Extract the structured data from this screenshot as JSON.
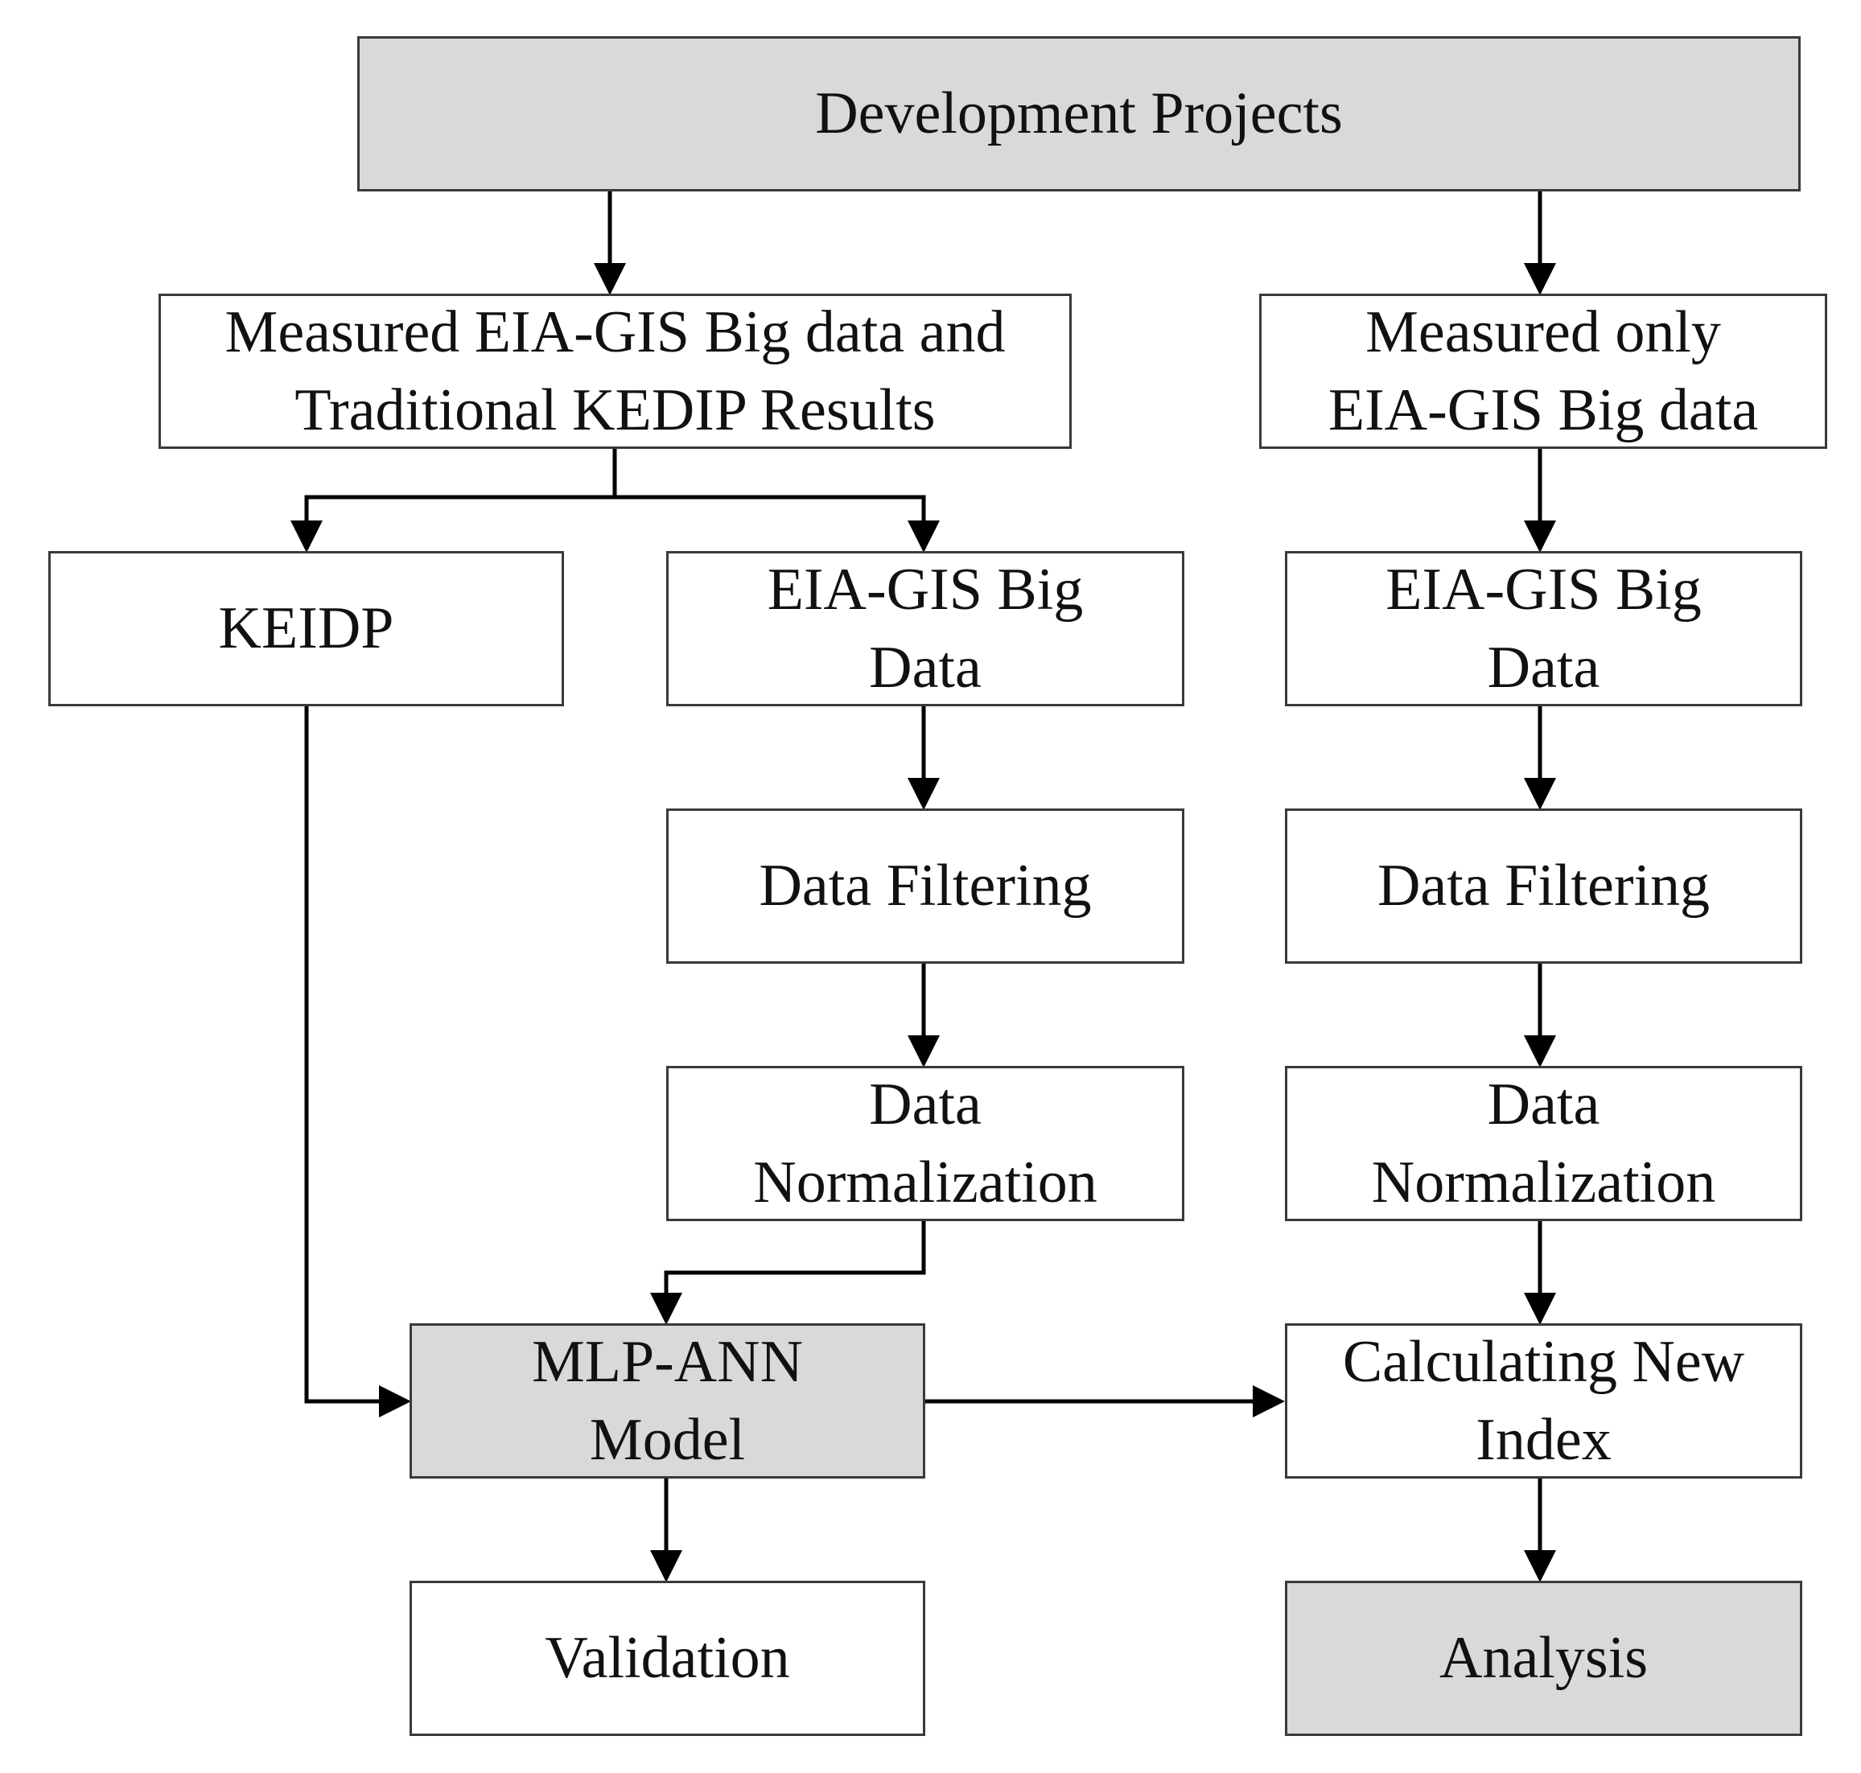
{
  "nodes": {
    "development_projects": {
      "label": "Development Projects",
      "shaded": true
    },
    "measured_eia_gis_kedip": {
      "label": "Measured EIA-GIS  Big data and\nTraditional KEDIP Results",
      "shaded": false
    },
    "measured_only_eia_gis": {
      "label": "Measured only\nEIA-GIS  Big data",
      "shaded": false
    },
    "keidp": {
      "label": "KEIDP",
      "shaded": false
    },
    "eia_gis_big_data_left": {
      "label": "EIA-GIS  Big\nData",
      "shaded": false
    },
    "eia_gis_big_data_right": {
      "label": "EIA-GIS  Big\nData",
      "shaded": false
    },
    "data_filtering_left": {
      "label": "Data Filtering",
      "shaded": false
    },
    "data_filtering_right": {
      "label": "Data Filtering",
      "shaded": false
    },
    "data_normalization_left": {
      "label": "Data\nNormalization",
      "shaded": false
    },
    "data_normalization_right": {
      "label": "Data\nNormalization",
      "shaded": false
    },
    "mlp_ann_model": {
      "label": "MLP-ANN\nModel",
      "shaded": true
    },
    "calculating_new_index": {
      "label": "Calculating New\nIndex",
      "shaded": false
    },
    "validation": {
      "label": "Validation",
      "shaded": false
    },
    "analysis": {
      "label": "Analysis",
      "shaded": true
    }
  },
  "edges": [
    {
      "from": "development_projects",
      "to": "measured_eia_gis_kedip"
    },
    {
      "from": "development_projects",
      "to": "measured_only_eia_gis"
    },
    {
      "from": "measured_eia_gis_kedip",
      "to": "keidp"
    },
    {
      "from": "measured_eia_gis_kedip",
      "to": "eia_gis_big_data_left"
    },
    {
      "from": "measured_only_eia_gis",
      "to": "eia_gis_big_data_right"
    },
    {
      "from": "eia_gis_big_data_left",
      "to": "data_filtering_left"
    },
    {
      "from": "eia_gis_big_data_right",
      "to": "data_filtering_right"
    },
    {
      "from": "data_filtering_left",
      "to": "data_normalization_left"
    },
    {
      "from": "data_filtering_right",
      "to": "data_normalization_right"
    },
    {
      "from": "data_normalization_left",
      "to": "mlp_ann_model"
    },
    {
      "from": "keidp",
      "to": "mlp_ann_model"
    },
    {
      "from": "data_normalization_right",
      "to": "calculating_new_index"
    },
    {
      "from": "mlp_ann_model",
      "to": "calculating_new_index"
    },
    {
      "from": "mlp_ann_model",
      "to": "validation"
    },
    {
      "from": "calculating_new_index",
      "to": "analysis"
    }
  ],
  "colors": {
    "shaded_fill": "#d9d9d9",
    "plain_fill": "#ffffff",
    "stroke": "#3a3a3a",
    "arrow": "#000000"
  }
}
